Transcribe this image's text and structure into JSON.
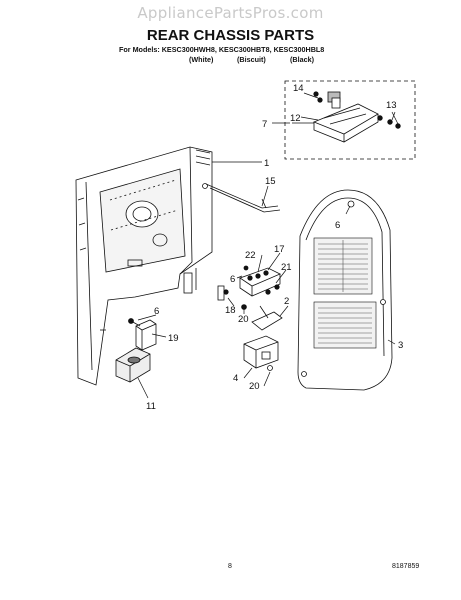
{
  "watermark": "AppliancePartsPros.com",
  "title": "REAR CHASSIS PARTS",
  "models": "For Models: KESC300HWH8, KESC300HBT8, KESC300HBL8",
  "colors": [
    "(White)",
    "(Biscuit)",
    "(Black)"
  ],
  "page_number": "8",
  "doc_number": "8187859",
  "callouts": [
    "1",
    "2",
    "3",
    "4",
    "6",
    "6",
    "6",
    "7",
    "11",
    "12",
    "13",
    "14",
    "15",
    "17",
    "18",
    "19",
    "20",
    "20",
    "21",
    "22"
  ],
  "colors_palette": {
    "ink": "#111111",
    "watermark": "#c9c9c9",
    "shade": "#9a9a9a"
  }
}
